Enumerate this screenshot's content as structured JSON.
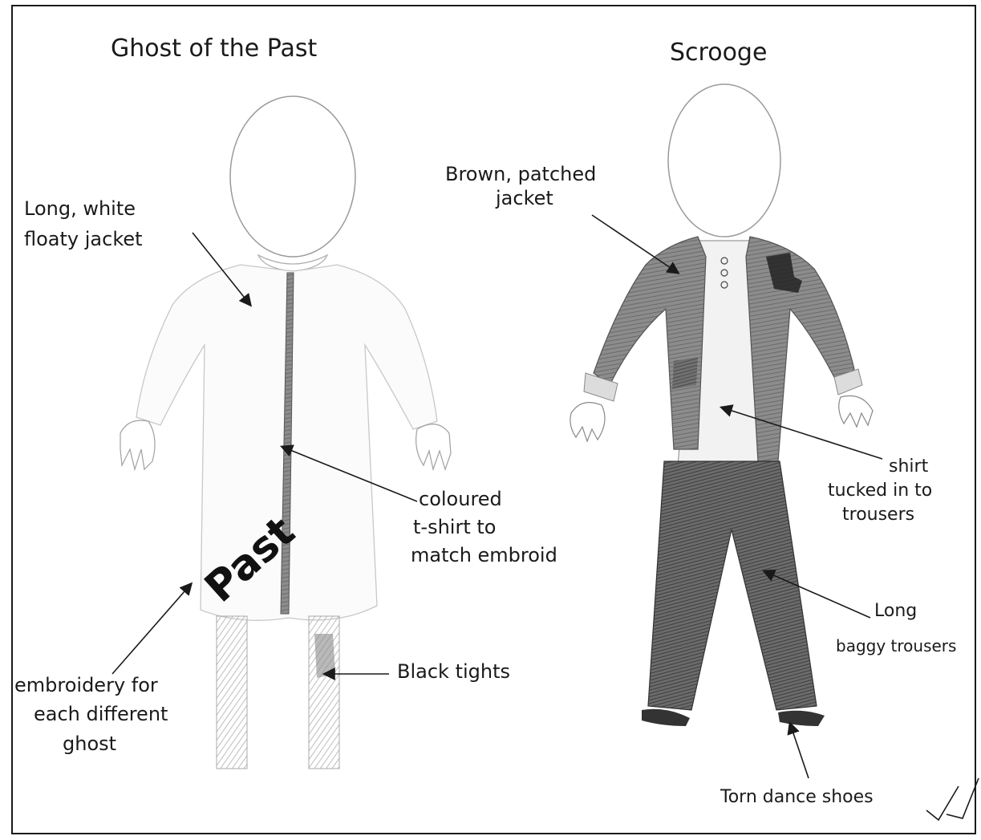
{
  "titles": {
    "left": "Ghost of the Past",
    "right": "Scrooge"
  },
  "ghost_labels": {
    "jacket_l1": "Long, white",
    "jacket_l2": "floaty jacket",
    "tshirt_l1": "coloured",
    "tshirt_l2": "t-shirt to",
    "tshirt_l3": "match embroid",
    "embroidery_l1": "embroidery for",
    "embroidery_l2": "each different",
    "embroidery_l3": "ghost",
    "embroidery_text": "Past",
    "tights": "Black tights"
  },
  "scrooge_labels": {
    "jacket_l1": "Brown, patched",
    "jacket_l2": "jacket",
    "shirt_l1": "shirt",
    "shirt_l2": "tucked in to",
    "shirt_l3": "trousers",
    "trousers_l1": "Long",
    "trousers_l2": "baggy trousers",
    "shoes": "Torn dance shoes"
  },
  "colors": {
    "ink": "#1a1a1a",
    "pencil": "#9a9a9a",
    "brown_grey": "#6e6e6e",
    "dark_fill": "#4a4a4a"
  }
}
